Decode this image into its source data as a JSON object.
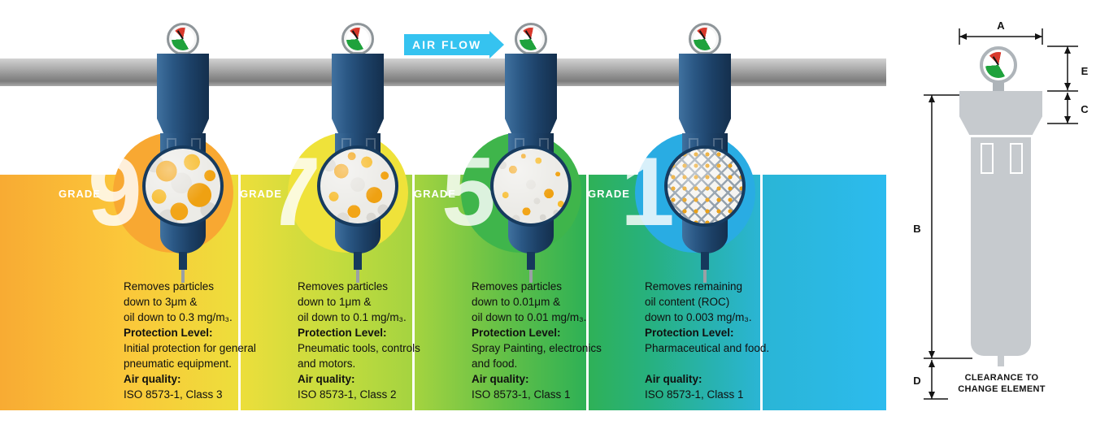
{
  "airflow": {
    "label": "AIR FLOW"
  },
  "colors": {
    "accent_cyan": "#35C3F0",
    "grade9_orange": "#F8A832",
    "grade7_yellow": "#EFE23A",
    "grade5_green": "#3FB54B",
    "grade1_cyan": "#29ACE3",
    "filter_navy": "#1C4066",
    "pipe_gray": "#8D8D8D",
    "gauge_green": "#1FA23C",
    "gauge_red": "#D8392C"
  },
  "grades": [
    {
      "label": "GRADE",
      "number": "9",
      "lines": [
        "Removes particles",
        "down to 3μm &",
        "oil down to 0.3 mg/m₃.",
        "Protection Level:",
        "Initial protection for general",
        "pneumatic equipment.",
        "Air quality:",
        "ISO 8573-1, Class 3"
      ]
    },
    {
      "label": "GRADE",
      "number": "7",
      "lines": [
        "Removes particles",
        "down to 1μm &",
        "oil down to 0.1 mg/m₃.",
        "Protection Level:",
        "Pneumatic tools, controls",
        "and motors.",
        "Air quality:",
        "ISO 8573-1, Class 2"
      ]
    },
    {
      "label": "GRADE",
      "number": "5",
      "lines": [
        "Removes particles",
        "down to 0.01μm &",
        "oil down to 0.01 mg/m₃.",
        "Protection Level:",
        "Spray Painting, electronics",
        "and food.",
        "Air quality:",
        "ISO 8573-1, Class 1"
      ]
    },
    {
      "label": "GRADE",
      "number": "1",
      "lines": [
        "Removes remaining",
        "oil content (ROC)",
        "down to 0.003 mg/m₃.",
        "Protection Level:",
        "Pharmaceutical and food.",
        "",
        "Air quality:",
        "ISO 8573-1, Class 1"
      ]
    }
  ],
  "diagram": {
    "labels": {
      "A": "A",
      "B": "B",
      "C": "C",
      "D": "D",
      "E": "E"
    },
    "clearance_line1": "CLEARANCE TO",
    "clearance_line2": "CHANGE ELEMENT"
  }
}
